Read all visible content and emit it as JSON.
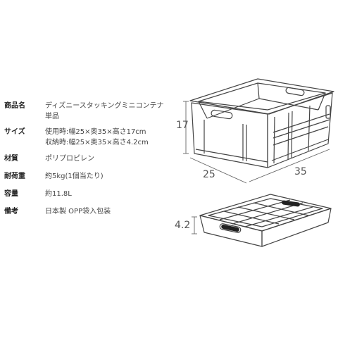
{
  "specs": [
    {
      "label": "商品名",
      "lines": [
        "ディズニースタッキングミニコンテナ",
        "単品"
      ]
    },
    {
      "label": "サイズ",
      "lines": [
        "使用時:幅25×奥35×高さ17cm",
        "収納時:幅25×奥35×高さ4.2cm"
      ]
    },
    {
      "label": "材質",
      "lines": [
        "ポリプロピレン"
      ]
    },
    {
      "label": "耐荷重",
      "lines": [
        "約5kg(1個当たり)"
      ]
    },
    {
      "label": "容量",
      "lines": [
        "約11.8L"
      ]
    },
    {
      "label": "備考",
      "lines": [
        "日本製 OPP袋入包装"
      ]
    }
  ],
  "dimensions": {
    "height_open": "17",
    "width": "25",
    "depth": "35",
    "height_folded": "4.2"
  }
}
